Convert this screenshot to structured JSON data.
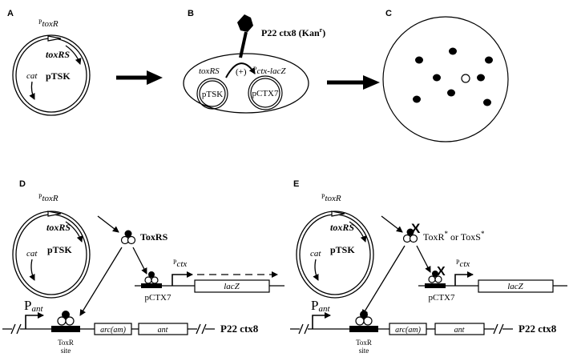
{
  "panels": {
    "A": {
      "label": "A",
      "promoter_prefix": "P",
      "promoter_sub": "toxR",
      "gene": "toxRS",
      "marker": "cat",
      "plasmid": "pTSK"
    },
    "B": {
      "label": "B",
      "phage": "P22 ctx8 (Kan",
      "phage_sup": "r",
      "phage_close": ")",
      "cell_gene": "toxRS",
      "activation": "(+)",
      "promoter_prefix": "P",
      "reporter": "ctx-lacZ",
      "plasmid1": "pTSK",
      "plasmid2": "pCTX7"
    },
    "C": {
      "label": "C"
    },
    "D": {
      "label": "D",
      "promoter_prefix": "P",
      "promoter_sub": "toxR",
      "gene": "toxRS",
      "marker": "cat",
      "plasmid": "pTSK",
      "protein": "ToxRS",
      "pctx_prefix": "P",
      "pctx_sub": "ctx",
      "reporter_gene": "lacZ",
      "reporter_plasmid": "pCTX7",
      "pant_prefix": "P",
      "pant_sub": "ant",
      "site_line1": "ToxR",
      "site_line2": "site",
      "gene_arc": "arc(am)",
      "gene_ant": "ant",
      "phage": "P22 ctx8"
    },
    "E": {
      "label": "E",
      "promoter_prefix": "P",
      "promoter_sub": "toxR",
      "gene": "toxRS",
      "marker": "cat",
      "plasmid": "pTSK",
      "mutant_a": "ToxR",
      "mutant_mid": " or ToxS",
      "mutant_star": "*",
      "blocked": "X",
      "pctx_prefix": "P",
      "pctx_sub": "ctx",
      "reporter_gene": "lacZ",
      "reporter_plasmid": "pCTX7",
      "pant_prefix": "P",
      "pant_sub": "ant",
      "site_line1": "ToxR",
      "site_line2": "site",
      "gene_arc": "arc(am)",
      "gene_ant": "ant",
      "phage": "P22 ctx8"
    }
  },
  "colonies": {
    "dark": 8,
    "white": 1
  }
}
